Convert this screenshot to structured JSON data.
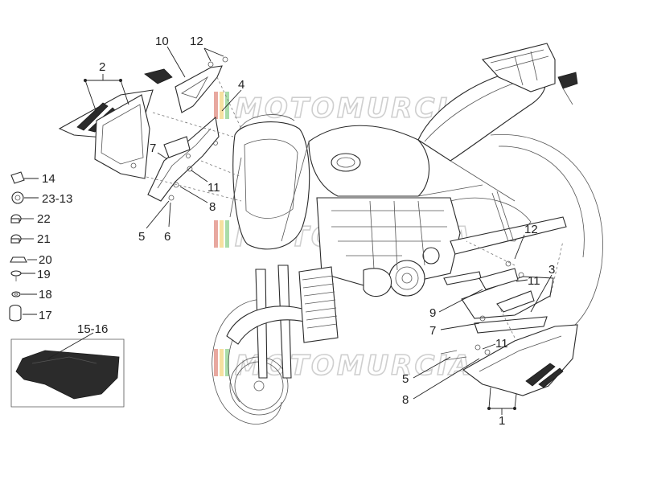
{
  "watermark": {
    "brand": "MOTOMURCIA",
    "stripe_colors": [
      "#d64a3a",
      "#f2c94c",
      "#5cbf5c"
    ]
  },
  "callouts": {
    "c1": "1",
    "c2": "2",
    "c3": "3",
    "c4": "4",
    "c5a": "5",
    "c5b": "5",
    "c6": "6",
    "c7a": "7",
    "c7b": "7",
    "c8a": "8",
    "c8b": "8",
    "c9": "9",
    "c10": "10",
    "c11a": "11",
    "c11b": "11",
    "c11c": "11",
    "c12a": "12",
    "c12b": "12",
    "c14": "14",
    "c2313": "23-13",
    "c22": "22",
    "c21": "21",
    "c20": "20",
    "c19": "19",
    "c18": "18",
    "c17": "17",
    "c1516": "15-16"
  }
}
